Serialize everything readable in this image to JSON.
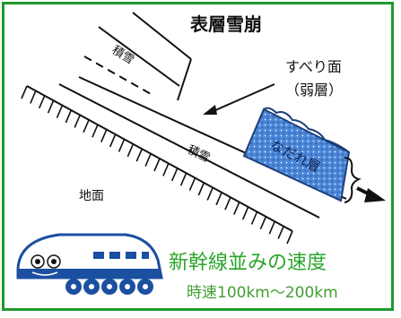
{
  "diagram": {
    "title": "表層雪崩",
    "labels": {
      "slip_surface": "すべり面",
      "weak_layer": "（弱層）",
      "snow_upper": "積雪",
      "snow_lower": "積雪",
      "avalanche_layer": "なだれ層",
      "ground": "地面"
    }
  },
  "caption": {
    "speed_title": "新幹線並みの速度",
    "speed_value": "時速100km～200km"
  },
  "colors": {
    "frame": "#1e9a2e",
    "avalanche_fill": "#4a86d8",
    "caption_title": "#2aa52a",
    "caption_value": "#3f9e2e",
    "train_blue": "#1b4fa0"
  }
}
